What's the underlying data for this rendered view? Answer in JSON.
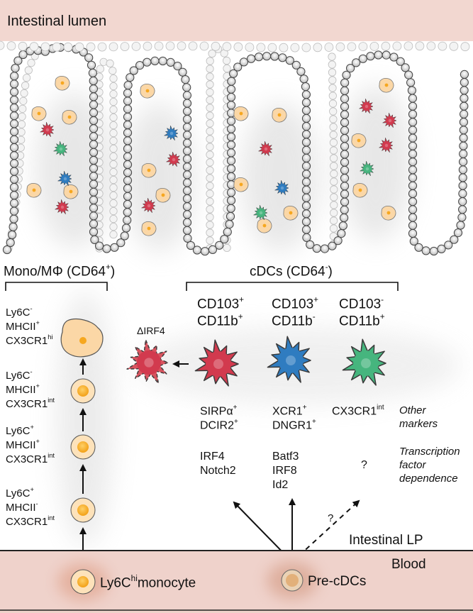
{
  "regions": {
    "lumen": "Intestinal lumen",
    "lp": "Intestinal LP",
    "blood": "Blood"
  },
  "groups": {
    "mono_mac": {
      "prefix": "Mono/MΦ (CD64",
      "sup": "+",
      "suffix": ")"
    },
    "cdcs": {
      "prefix": "cDCs (CD64",
      "sup": "-",
      "suffix": ")"
    }
  },
  "mono_stages": [
    {
      "l1": "Ly6C",
      "l1s": "-",
      "l2": "MHCII",
      "l2s": "+",
      "l3": "CX3CR1",
      "l3s": "hi"
    },
    {
      "l1": "Ly6C",
      "l1s": "-",
      "l2": "MHCII",
      "l2s": "+",
      "l3": "CX3CR1",
      "l3s": "int"
    },
    {
      "l1": "Ly6C",
      "l1s": "+",
      "l2": "MHCII",
      "l2s": "+",
      "l3": "CX3CR1",
      "l3s": "int"
    },
    {
      "l1": "Ly6C",
      "l1s": "+",
      "l2": "MHCII",
      "l2s": "-",
      "l3": "CX3CR1",
      "l3s": "int"
    }
  ],
  "cdc_subsets": [
    {
      "a": "CD103",
      "as": "+",
      "b": "CD11b",
      "bs": "+",
      "m1": "SIRPα",
      "m1s": "+",
      "m2": "DCIR2",
      "m2s": "+",
      "tf1": "IRF4",
      "tf2": "Notch2",
      "tf3": "",
      "color": "#d23a4e"
    },
    {
      "a": "CD103",
      "as": "+",
      "b": "CD11b",
      "bs": "-",
      "m1": "XCR1",
      "m1s": "+",
      "m2": "DNGR1",
      "m2s": "+",
      "tf1": "Batf3",
      "tf2": "IRF8",
      "tf3": "Id2",
      "color": "#2f7cc0"
    },
    {
      "a": "CD103",
      "as": "-",
      "b": "CD11b",
      "bs": "+",
      "m1": "CX3CR1",
      "m1s": "int",
      "m2": "",
      "m2s": "",
      "tf1": "?",
      "tf2": "",
      "tf3": "",
      "color": "#46b57e"
    }
  ],
  "delta_irf4": "ΔIRF4",
  "side_notes": {
    "other_1": "Other",
    "other_2": "markers",
    "tf_1": "Transcription",
    "tf_2": "factor",
    "tf_3": "dependence"
  },
  "precursors": {
    "monocyte": {
      "pre": "Ly6C",
      "sup": "hi",
      "post": "monocyte"
    },
    "pre_cdc": "Pre-cDCs"
  },
  "dashed_arrow_label": "?",
  "colors": {
    "lumen_band": "#f2d7d0",
    "blood_band": "#efd2cb",
    "macrophage_fill": "#fbd7a6",
    "monocyte_core": "#f6a71f",
    "red_dc": "#d23a4e",
    "blue_dc": "#2f7cc0",
    "green_dc": "#46b57e",
    "pre_cdc_fill": "#e2b07a"
  }
}
